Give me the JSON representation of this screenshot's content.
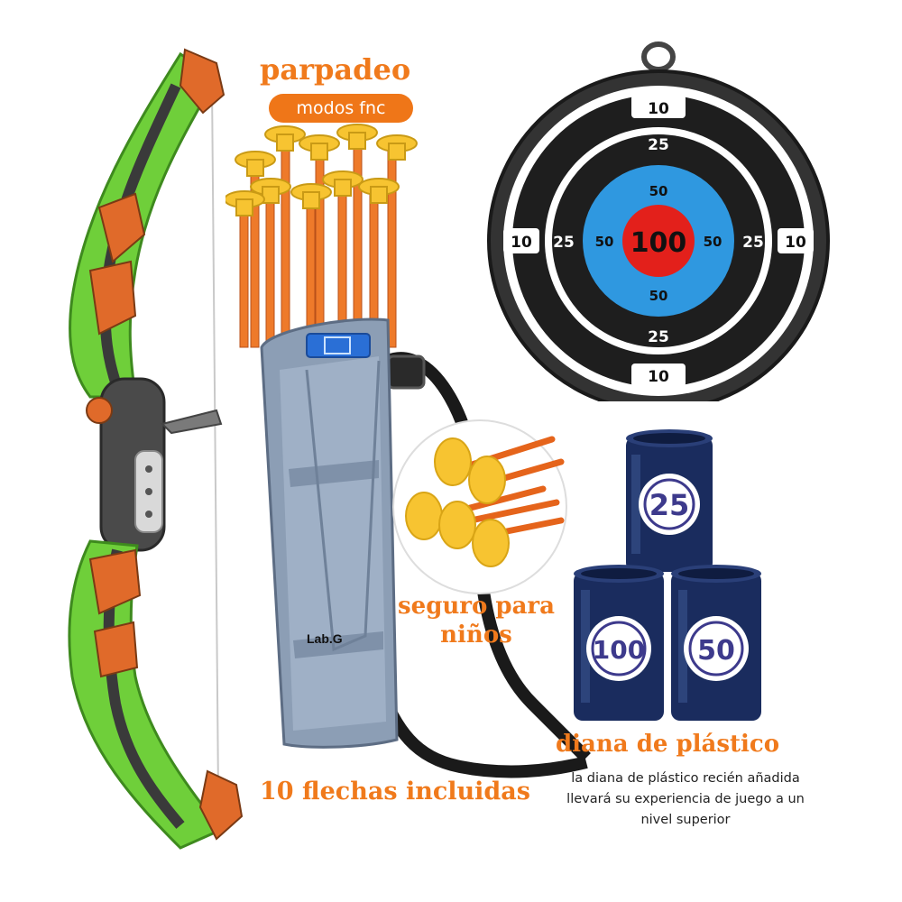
{
  "headline": "parpadeo",
  "mode_pill": "modos fnc",
  "arrows_caption": "10 flechas incluidas",
  "safety_caption": {
    "line1": "seguro para",
    "line2": "niños"
  },
  "target_caption": "diana de plástico",
  "target_description": "la diana de plástico recién añadida llevará su experiencia de juego a un nivel superior",
  "quiver_brand": "Lab.G",
  "target_board": {
    "top_labels": [
      "10",
      "25",
      "50"
    ],
    "bottom_labels": [
      "50",
      "25",
      "10"
    ],
    "left_labels": [
      "10",
      "25",
      "50"
    ],
    "right_labels": [
      "50",
      "25",
      "10"
    ],
    "bullseye": "100"
  },
  "cans": [
    {
      "value": "25"
    },
    {
      "value": "100"
    },
    {
      "value": "50"
    }
  ],
  "colors": {
    "orange": "#f07a1c",
    "bow_green": "#7ed23a",
    "target_blue": "#2f98e0",
    "bullseye_red": "#e3201b",
    "can_navy": "#1a2c5e",
    "quiver_gray": "#8a9cb3"
  }
}
